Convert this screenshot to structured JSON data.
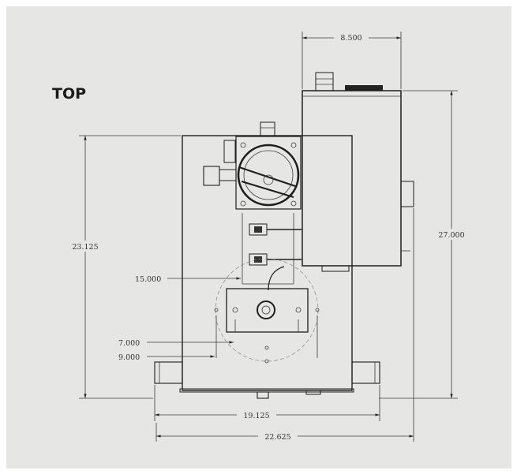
{
  "view": {
    "title": "TOP"
  },
  "dimensions": {
    "width_top": "8.500",
    "height_left": "23.125",
    "height_right": "27.000",
    "offset": "15.000",
    "inner_1": "7.000",
    "inner_2": "9.000",
    "bottom_1": "19.125",
    "bottom_2": "22.625"
  },
  "colors": {
    "paper": "#e6e6e4",
    "line": "#1e1e1e",
    "text": "#333333"
  }
}
